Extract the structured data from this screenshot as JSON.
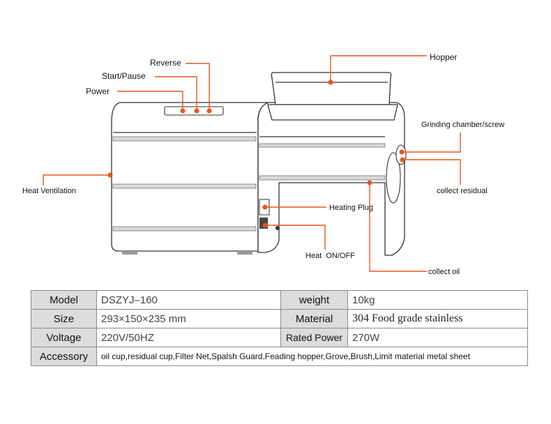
{
  "callouts": {
    "power": "Power",
    "start_pause": "Start/Pause",
    "reverse": "Reverse",
    "hopper": "Hopper",
    "grinding_chamber": "Grinding chamber/screw",
    "collect_residual": "collect residual",
    "heat_ventilation": "Heat Ventilation",
    "heating_plug": "Heating Plug",
    "heat_on_off": "Heat  ON/OFF",
    "collect_oil": "collect oil"
  },
  "specs": {
    "model_label": "Model",
    "model_value": "DSZYJ–160",
    "weight_label": "weight",
    "weight_value": "10kg",
    "size_label": "Size",
    "size_value": "293×150×235 mm",
    "material_label": "Material",
    "material_value": "304 Food grade stainless",
    "voltage_label": "Voltage",
    "voltage_value": "220V/50HZ",
    "rated_power_label": "Rated Power",
    "rated_power_value": "270W",
    "accessory_label": "Accessory",
    "accessory_value": "oil cup,residual cup,Filter Net,Spalsh Guard,Feading hopper,Grove,Brush,Limit material metal sheet"
  },
  "colors": {
    "leader": "#e8541f",
    "label_cell": "#dcdcdc"
  }
}
